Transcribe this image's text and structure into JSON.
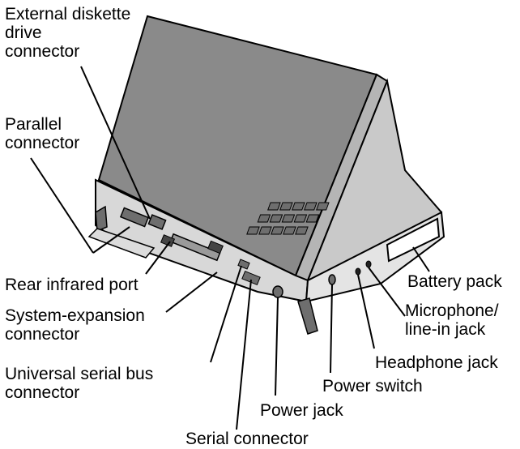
{
  "title": "Rear view of laptop computer with connector callouts",
  "callouts": {
    "external_diskette": "External diskette\ndrive\nconnector",
    "parallel": "Parallel\nconnector",
    "rear_infrared": "Rear infrared port",
    "system_expansion": "System-expansion\nconnector",
    "usb": "Universal serial bus\nconnector",
    "serial": "Serial connector",
    "power_jack": "Power jack",
    "power_switch": "Power switch",
    "headphone": "Headphone jack",
    "microphone": "Microphone/\nline-in jack",
    "battery": "Battery pack"
  },
  "colors": {
    "ink": "#000000",
    "lid": "#8a8a8a",
    "lid_edge": "#b5b5b5",
    "body": "#d8d8d8",
    "base_dark": "#6e6e6e"
  }
}
